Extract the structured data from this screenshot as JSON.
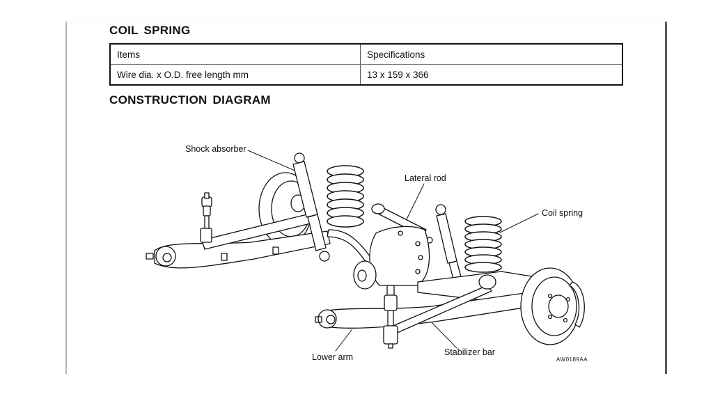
{
  "document": {
    "section_title": "COIL SPRING",
    "spec_table": {
      "headers": [
        "Items",
        "Specifications"
      ],
      "rows": [
        [
          "Wire dia. x O.D. free length mm",
          "13 x 159 x 366"
        ]
      ]
    },
    "diagram_title": "CONSTRUCTION DIAGRAM",
    "diagram": {
      "labels": {
        "shock_absorber": "Shock absorber",
        "lateral_rod": "Lateral rod",
        "coil_spring": "Coil spring",
        "lower_arm": "Lower arm",
        "stabilizer_bar": "Stabilizer bar"
      },
      "figure_code": "AW0189AA"
    }
  }
}
